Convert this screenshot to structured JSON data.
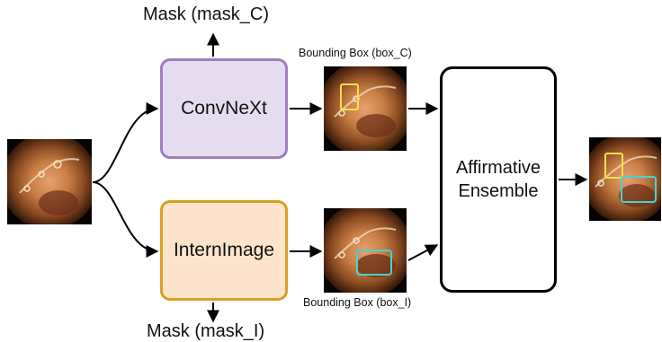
{
  "models": {
    "top": {
      "name": "ConvNeXt",
      "mask_label": "Mask (mask_C)",
      "bbox_label": "Bounding Box (box_C)"
    },
    "bottom": {
      "name": "InternImage",
      "mask_label": "Mask (mask_I)",
      "bbox_label": "Bounding Box (box_I)"
    }
  },
  "ensemble": {
    "label": "Affirmative\nEnsemble"
  },
  "colors": {
    "convnext_fill": "#e6dcef",
    "convnext_border": "#9f7fbd",
    "internimage_fill": "#fde3cc",
    "internimage_border": "#d9a020",
    "box_c": "#f2e04a",
    "box_i": "#45d4cc"
  }
}
